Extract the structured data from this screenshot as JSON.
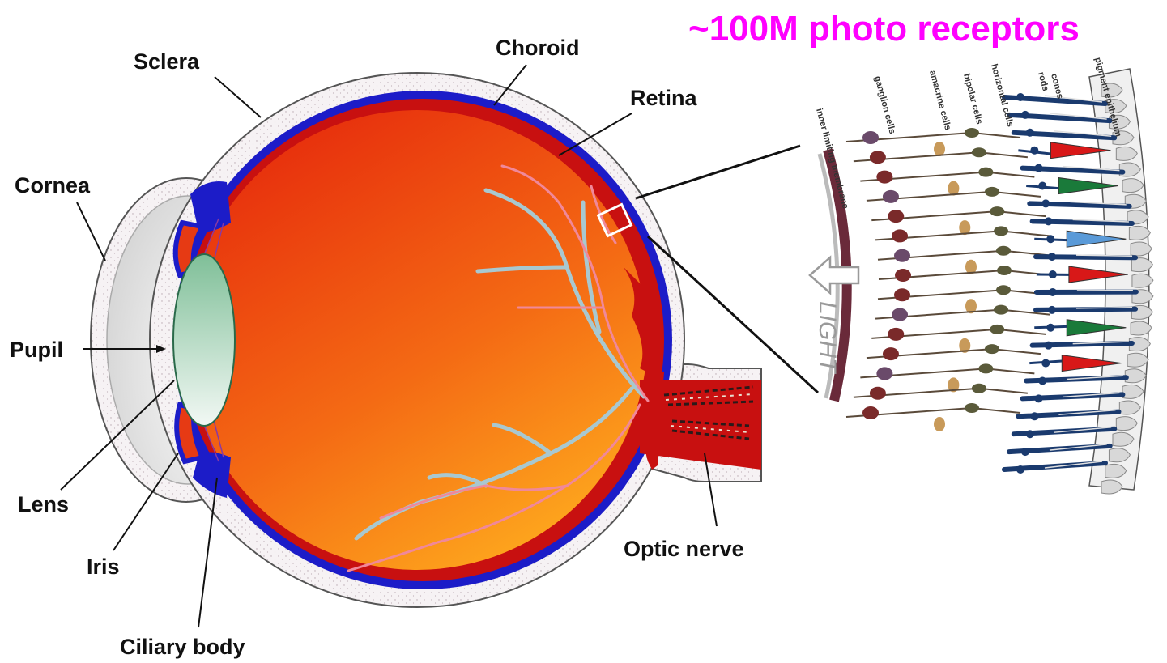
{
  "headline": {
    "text": "~100M photo receptors",
    "color": "#ff00ff"
  },
  "eye_labels": {
    "sclera": "Sclera",
    "choroid": "Choroid",
    "retina": "Retina",
    "cornea": "Cornea",
    "pupil": "Pupil",
    "lens": "Lens",
    "iris": "Iris",
    "ciliary_body": "Ciliary body",
    "optic_nerve": "Optic nerve"
  },
  "retina_layers": {
    "inner_limiting_membrane": "inner limiting membrane",
    "ganglion_cells": "ganglion cells",
    "amacrine_cells": "amacrine cells",
    "bipolar_cells": "bipolar cells",
    "horizontal_cells": "horizontal cells",
    "rods": "rods",
    "cones": "cones",
    "pigment_epithelium": "pigment epithelium"
  },
  "light_label": "LIGHT",
  "colors": {
    "sclera_fill": "#f4f0f2",
    "choroid": "#1c1cc8",
    "retina": "#cc1010",
    "interior_top": "#e8280c",
    "interior_bottom": "#ffaa1e",
    "lens": "#9fd0b0",
    "vessel_pink": "#f090a0",
    "vessel_blue": "#a8c8d0",
    "rod": "#1a3a6e",
    "cone_red": "#d81818",
    "cone_green": "#1a7a3a",
    "cone_blue": "#5a9ad8",
    "ganglion": "#6a4a6a",
    "bipolar": "#5a5a3a",
    "amacrine": "#c89a5a",
    "membrane": "#6a2a3a"
  }
}
